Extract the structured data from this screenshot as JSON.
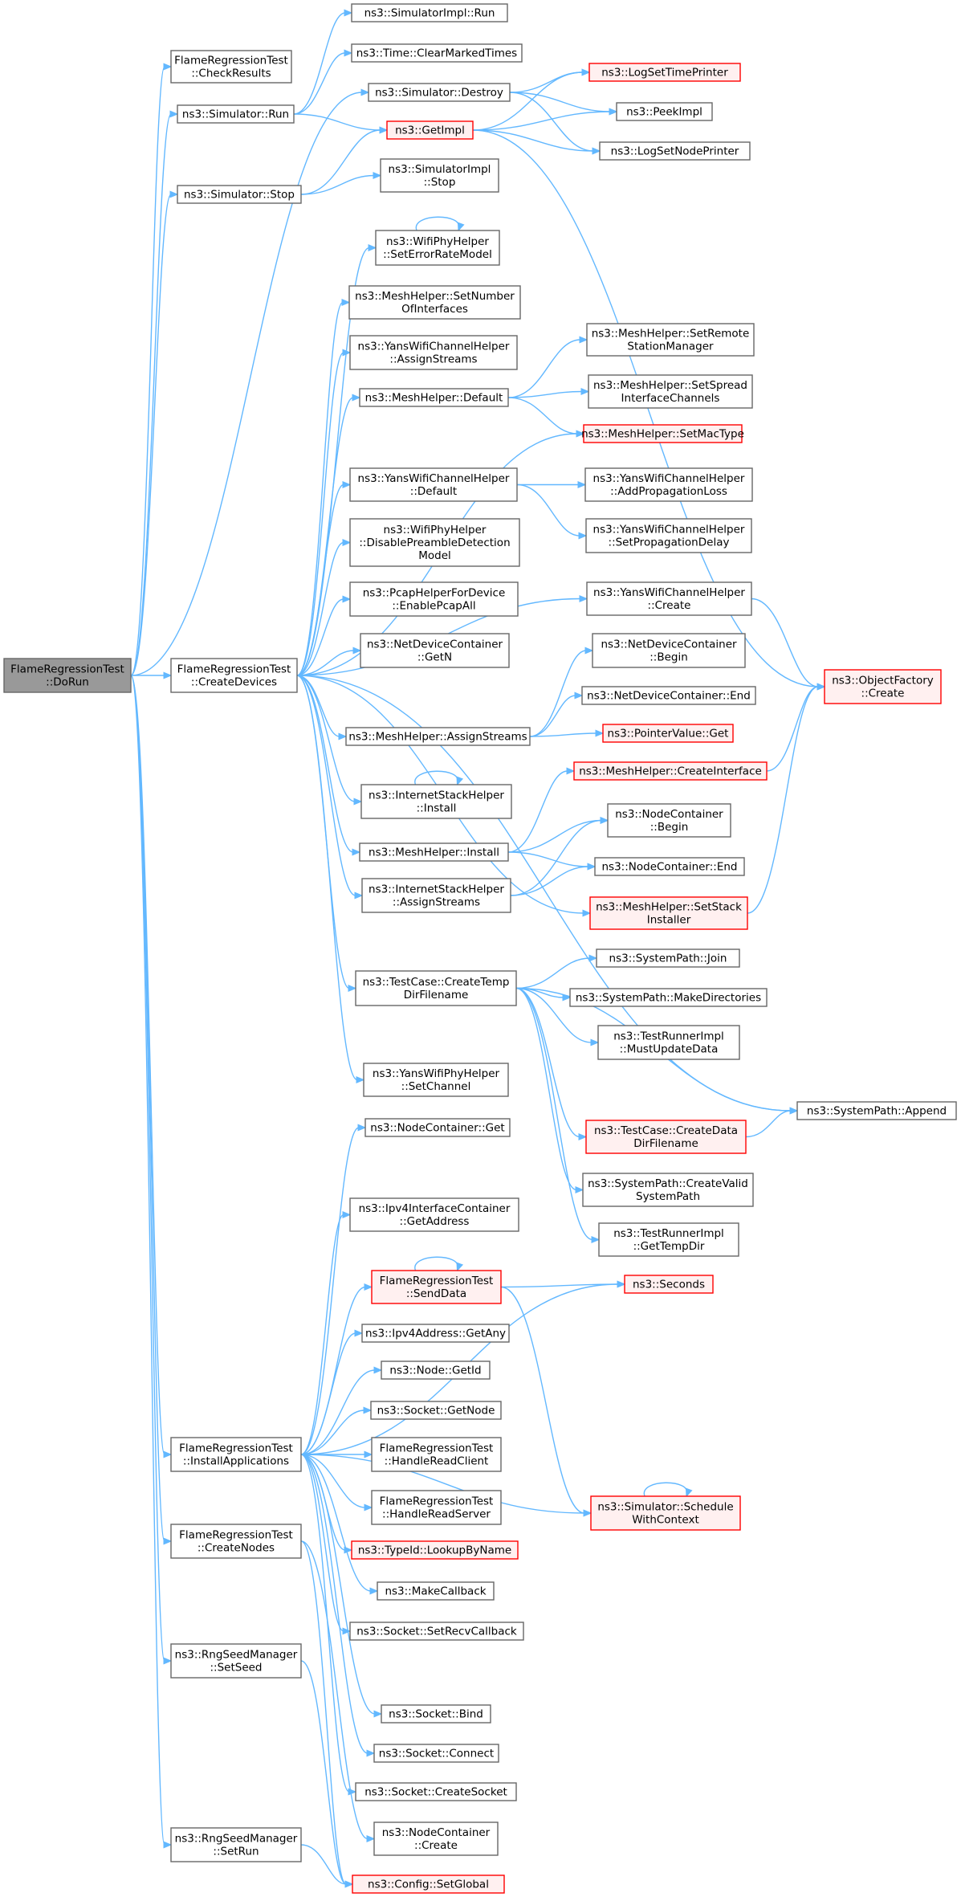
{
  "colors": {
    "edge": "#63b8ff",
    "node_border": "#666666",
    "node_fill": "#ffffff",
    "truncated_border": "#ff0000",
    "truncated_fill": "#fff0f0",
    "root_fill": "#999999"
  },
  "nodes": [
    {
      "id": "dorun",
      "lines": [
        "FlameRegressionTest",
        "::DoRun"
      ],
      "style": "root"
    },
    {
      "id": "checkresults",
      "lines": [
        "FlameRegressionTest",
        "::CheckResults"
      ],
      "style": "normal"
    },
    {
      "id": "simrun",
      "lines": [
        "ns3::Simulator::Run"
      ],
      "style": "normal"
    },
    {
      "id": "simstop",
      "lines": [
        "ns3::Simulator::Stop"
      ],
      "style": "normal"
    },
    {
      "id": "createdevices",
      "lines": [
        "FlameRegressionTest",
        "::CreateDevices"
      ],
      "style": "normal"
    },
    {
      "id": "installapps",
      "lines": [
        "FlameRegressionTest",
        "::InstallApplications"
      ],
      "style": "normal"
    },
    {
      "id": "createnodes",
      "lines": [
        "FlameRegressionTest",
        "::CreateNodes"
      ],
      "style": "normal"
    },
    {
      "id": "setseed",
      "lines": [
        "ns3::RngSeedManager",
        "::SetSeed"
      ],
      "style": "normal"
    },
    {
      "id": "setrun",
      "lines": [
        "ns3::RngSeedManager",
        "::SetRun"
      ],
      "style": "normal"
    },
    {
      "id": "simimplrun",
      "lines": [
        "ns3::SimulatorImpl::Run"
      ],
      "style": "normal"
    },
    {
      "id": "clearmarked",
      "lines": [
        "ns3::Time::ClearMarkedTimes"
      ],
      "style": "normal"
    },
    {
      "id": "simdestroy",
      "lines": [
        "ns3::Simulator::Destroy"
      ],
      "style": "normal"
    },
    {
      "id": "getimpl",
      "lines": [
        "ns3::GetImpl"
      ],
      "style": "truncated"
    },
    {
      "id": "simimplstop",
      "lines": [
        "ns3::SimulatorImpl",
        "::Stop"
      ],
      "style": "normal"
    },
    {
      "id": "logsettime",
      "lines": [
        "ns3::LogSetTimePrinter"
      ],
      "style": "truncated"
    },
    {
      "id": "peekimpl",
      "lines": [
        "ns3::PeekImpl"
      ],
      "style": "normal"
    },
    {
      "id": "logsetnode",
      "lines": [
        "ns3::LogSetNodePrinter"
      ],
      "style": "normal"
    },
    {
      "id": "seterrorrate",
      "lines": [
        "ns3::WifiPhyHelper",
        "::SetErrorRateModel"
      ],
      "style": "normal"
    },
    {
      "id": "setnumif",
      "lines": [
        "ns3::MeshHelper::SetNumber",
        "OfInterfaces"
      ],
      "style": "normal"
    },
    {
      "id": "yansassign",
      "lines": [
        "ns3::YansWifiChannelHelper",
        "::AssignStreams"
      ],
      "style": "normal"
    },
    {
      "id": "meshdefault",
      "lines": [
        "ns3::MeshHelper::Default"
      ],
      "style": "normal"
    },
    {
      "id": "yansdefault",
      "lines": [
        "ns3::YansWifiChannelHelper",
        "::Default"
      ],
      "style": "normal"
    },
    {
      "id": "disablepreamble",
      "lines": [
        "ns3::WifiPhyHelper",
        "::DisablePreambleDetection",
        "Model"
      ],
      "style": "normal"
    },
    {
      "id": "enablepcap",
      "lines": [
        "ns3::PcapHelperForDevice",
        "::EnablePcapAll"
      ],
      "style": "normal"
    },
    {
      "id": "ndcgetn",
      "lines": [
        "ns3::NetDeviceContainer",
        "::GetN"
      ],
      "style": "normal"
    },
    {
      "id": "meshassign",
      "lines": [
        "ns3::MeshHelper::AssignStreams"
      ],
      "style": "normal"
    },
    {
      "id": "inetinstall",
      "lines": [
        "ns3::InternetStackHelper",
        "::Install"
      ],
      "style": "normal"
    },
    {
      "id": "meshinstall",
      "lines": [
        "ns3::MeshHelper::Install"
      ],
      "style": "normal"
    },
    {
      "id": "inetassign",
      "lines": [
        "ns3::InternetStackHelper",
        "::AssignStreams"
      ],
      "style": "normal"
    },
    {
      "id": "createtemp",
      "lines": [
        "ns3::TestCase::CreateTemp",
        "DirFilename"
      ],
      "style": "normal"
    },
    {
      "id": "yanssetchannel",
      "lines": [
        "ns3::YansWifiPhyHelper",
        "::SetChannel"
      ],
      "style": "normal"
    },
    {
      "id": "setremote",
      "lines": [
        "ns3::MeshHelper::SetRemote",
        "StationManager"
      ],
      "style": "normal"
    },
    {
      "id": "setspread",
      "lines": [
        "ns3::MeshHelper::SetSpread",
        "InterfaceChannels"
      ],
      "style": "normal"
    },
    {
      "id": "setmactype",
      "lines": [
        "ns3::MeshHelper::SetMacType"
      ],
      "style": "truncated"
    },
    {
      "id": "addproploss",
      "lines": [
        "ns3::YansWifiChannelHelper",
        "::AddPropagationLoss"
      ],
      "style": "normal"
    },
    {
      "id": "setpropdelay",
      "lines": [
        "ns3::YansWifiChannelHelper",
        "::SetPropagationDelay"
      ],
      "style": "normal"
    },
    {
      "id": "yanscreate",
      "lines": [
        "ns3::YansWifiChannelHelper",
        "::Create"
      ],
      "style": "normal"
    },
    {
      "id": "ndcbegin",
      "lines": [
        "ns3::NetDeviceContainer",
        "::Begin"
      ],
      "style": "normal"
    },
    {
      "id": "ndcend",
      "lines": [
        "ns3::NetDeviceContainer::End"
      ],
      "style": "normal"
    },
    {
      "id": "pointerget",
      "lines": [
        "ns3::PointerValue::Get"
      ],
      "style": "truncated"
    },
    {
      "id": "createinterface",
      "lines": [
        "ns3::MeshHelper::CreateInterface"
      ],
      "style": "truncated"
    },
    {
      "id": "ncbegin",
      "lines": [
        "ns3::NodeContainer",
        "::Begin"
      ],
      "style": "normal"
    },
    {
      "id": "ncend",
      "lines": [
        "ns3::NodeContainer::End"
      ],
      "style": "normal"
    },
    {
      "id": "setstack",
      "lines": [
        "ns3::MeshHelper::SetStack",
        "Installer"
      ],
      "style": "truncated"
    },
    {
      "id": "pathjoin",
      "lines": [
        "ns3::SystemPath::Join"
      ],
      "style": "normal"
    },
    {
      "id": "makedirs",
      "lines": [
        "ns3::SystemPath::MakeDirectories"
      ],
      "style": "normal"
    },
    {
      "id": "mustupdate",
      "lines": [
        "ns3::TestRunnerImpl",
        "::MustUpdateData"
      ],
      "style": "normal"
    },
    {
      "id": "createdata",
      "lines": [
        "ns3::TestCase::CreateData",
        "DirFilename"
      ],
      "style": "truncated"
    },
    {
      "id": "createvalid",
      "lines": [
        "ns3::SystemPath::CreateValid",
        "SystemPath"
      ],
      "style": "normal"
    },
    {
      "id": "gettempdir",
      "lines": [
        "ns3::TestRunnerImpl",
        "::GetTempDir"
      ],
      "style": "normal"
    },
    {
      "id": "objfactory",
      "lines": [
        "ns3::ObjectFactory",
        "::Create"
      ],
      "style": "truncated"
    },
    {
      "id": "pathappend",
      "lines": [
        "ns3::SystemPath::Append"
      ],
      "style": "normal"
    },
    {
      "id": "ncget",
      "lines": [
        "ns3::NodeContainer::Get"
      ],
      "style": "normal"
    },
    {
      "id": "ipv4getaddr",
      "lines": [
        "ns3::Ipv4InterfaceContainer",
        "::GetAddress"
      ],
      "style": "normal"
    },
    {
      "id": "senddata",
      "lines": [
        "FlameRegressionTest",
        "::SendData"
      ],
      "style": "truncated"
    },
    {
      "id": "ipv4getany",
      "lines": [
        "ns3::Ipv4Address::GetAny"
      ],
      "style": "normal"
    },
    {
      "id": "nodegetid",
      "lines": [
        "ns3::Node::GetId"
      ],
      "style": "normal"
    },
    {
      "id": "sockgetnode",
      "lines": [
        "ns3::Socket::GetNode"
      ],
      "style": "normal"
    },
    {
      "id": "readclient",
      "lines": [
        "FlameRegressionTest",
        "::HandleReadClient"
      ],
      "style": "normal"
    },
    {
      "id": "readserver",
      "lines": [
        "FlameRegressionTest",
        "::HandleReadServer"
      ],
      "style": "normal"
    },
    {
      "id": "lookupbyname",
      "lines": [
        "ns3::TypeId::LookupByName"
      ],
      "style": "truncated"
    },
    {
      "id": "makecallback",
      "lines": [
        "ns3::MakeCallback"
      ],
      "style": "normal"
    },
    {
      "id": "setrecvcb",
      "lines": [
        "ns3::Socket::SetRecvCallback"
      ],
      "style": "normal"
    },
    {
      "id": "sockbind",
      "lines": [
        "ns3::Socket::Bind"
      ],
      "style": "normal"
    },
    {
      "id": "sockconnect",
      "lines": [
        "ns3::Socket::Connect"
      ],
      "style": "normal"
    },
    {
      "id": "createsocket",
      "lines": [
        "ns3::Socket::CreateSocket"
      ],
      "style": "normal"
    },
    {
      "id": "nccreate",
      "lines": [
        "ns3::NodeContainer",
        "::Create"
      ],
      "style": "normal"
    },
    {
      "id": "configsetglobal",
      "lines": [
        "ns3::Config::SetGlobal"
      ],
      "style": "truncated"
    },
    {
      "id": "seconds",
      "lines": [
        "ns3::Seconds"
      ],
      "style": "truncated"
    },
    {
      "id": "schedulectx",
      "lines": [
        "ns3::Simulator::Schedule",
        "WithContext"
      ],
      "style": "truncated"
    }
  ],
  "edges": [
    [
      "dorun",
      "checkresults"
    ],
    [
      "dorun",
      "simrun"
    ],
    [
      "dorun",
      "simdestroy"
    ],
    [
      "dorun",
      "simstop"
    ],
    [
      "dorun",
      "createdevices"
    ],
    [
      "dorun",
      "installapps"
    ],
    [
      "dorun",
      "createnodes"
    ],
    [
      "dorun",
      "setseed"
    ],
    [
      "dorun",
      "setrun"
    ],
    [
      "simrun",
      "simimplrun"
    ],
    [
      "simrun",
      "clearmarked"
    ],
    [
      "simrun",
      "getimpl"
    ],
    [
      "simstop",
      "getimpl"
    ],
    [
      "simstop",
      "simimplstop"
    ],
    [
      "simdestroy",
      "logsettime"
    ],
    [
      "simdestroy",
      "peekimpl"
    ],
    [
      "simdestroy",
      "logsetnode"
    ],
    [
      "getimpl",
      "logsettime"
    ],
    [
      "getimpl",
      "peekimpl"
    ],
    [
      "getimpl",
      "logsetnode"
    ],
    [
      "getimpl",
      "objfactory"
    ],
    [
      "createdevices",
      "seterrorrate"
    ],
    [
      "createdevices",
      "setnumif"
    ],
    [
      "createdevices",
      "yansassign"
    ],
    [
      "createdevices",
      "meshdefault"
    ],
    [
      "createdevices",
      "setmactype"
    ],
    [
      "createdevices",
      "yansdefault"
    ],
    [
      "createdevices",
      "disablepreamble"
    ],
    [
      "createdevices",
      "enablepcap"
    ],
    [
      "createdevices",
      "ndcgetn"
    ],
    [
      "createdevices",
      "yanscreate"
    ],
    [
      "createdevices",
      "meshassign"
    ],
    [
      "createdevices",
      "inetinstall"
    ],
    [
      "createdevices",
      "meshinstall"
    ],
    [
      "createdevices",
      "inetassign"
    ],
    [
      "createdevices",
      "setstack"
    ],
    [
      "createdevices",
      "createtemp"
    ],
    [
      "createdevices",
      "pathappend"
    ],
    [
      "createdevices",
      "yanssetchannel"
    ],
    [
      "seterrorrate",
      "seterrorrate"
    ],
    [
      "meshdefault",
      "setremote"
    ],
    [
      "meshdefault",
      "setspread"
    ],
    [
      "meshdefault",
      "setmactype"
    ],
    [
      "yansdefault",
      "addproploss"
    ],
    [
      "yansdefault",
      "setpropdelay"
    ],
    [
      "yanscreate",
      "objfactory"
    ],
    [
      "meshassign",
      "ndcbegin"
    ],
    [
      "meshassign",
      "ndcend"
    ],
    [
      "meshassign",
      "pointerget"
    ],
    [
      "inetinstall",
      "inetinstall"
    ],
    [
      "meshinstall",
      "createinterface"
    ],
    [
      "meshinstall",
      "ncbegin"
    ],
    [
      "meshinstall",
      "ncend"
    ],
    [
      "inetassign",
      "ncbegin"
    ],
    [
      "inetassign",
      "ncend"
    ],
    [
      "createinterface",
      "objfactory"
    ],
    [
      "setstack",
      "objfactory"
    ],
    [
      "createtemp",
      "pathjoin"
    ],
    [
      "createtemp",
      "makedirs"
    ],
    [
      "createtemp",
      "mustupdate"
    ],
    [
      "createtemp",
      "pathappend"
    ],
    [
      "createtemp",
      "createdata"
    ],
    [
      "createtemp",
      "createvalid"
    ],
    [
      "createtemp",
      "gettempdir"
    ],
    [
      "createdata",
      "pathappend"
    ],
    [
      "installapps",
      "ncget"
    ],
    [
      "installapps",
      "seconds"
    ],
    [
      "installapps",
      "ipv4getaddr"
    ],
    [
      "installapps",
      "senddata"
    ],
    [
      "installapps",
      "ipv4getany"
    ],
    [
      "installapps",
      "nodegetid"
    ],
    [
      "installapps",
      "sockgetnode"
    ],
    [
      "installapps",
      "readclient"
    ],
    [
      "installapps",
      "readserver"
    ],
    [
      "installapps",
      "lookupbyname"
    ],
    [
      "installapps",
      "makecallback"
    ],
    [
      "installapps",
      "setrecvcb"
    ],
    [
      "installapps",
      "schedulectx"
    ],
    [
      "installapps",
      "sockbind"
    ],
    [
      "installapps",
      "sockconnect"
    ],
    [
      "installapps",
      "createsocket"
    ],
    [
      "senddata",
      "senddata"
    ],
    [
      "senddata",
      "seconds"
    ],
    [
      "senddata",
      "schedulectx"
    ],
    [
      "schedulectx",
      "schedulectx"
    ],
    [
      "createnodes",
      "nccreate"
    ],
    [
      "createnodes",
      "configsetglobal"
    ],
    [
      "setseed",
      "configsetglobal"
    ],
    [
      "setrun",
      "configsetglobal"
    ]
  ]
}
